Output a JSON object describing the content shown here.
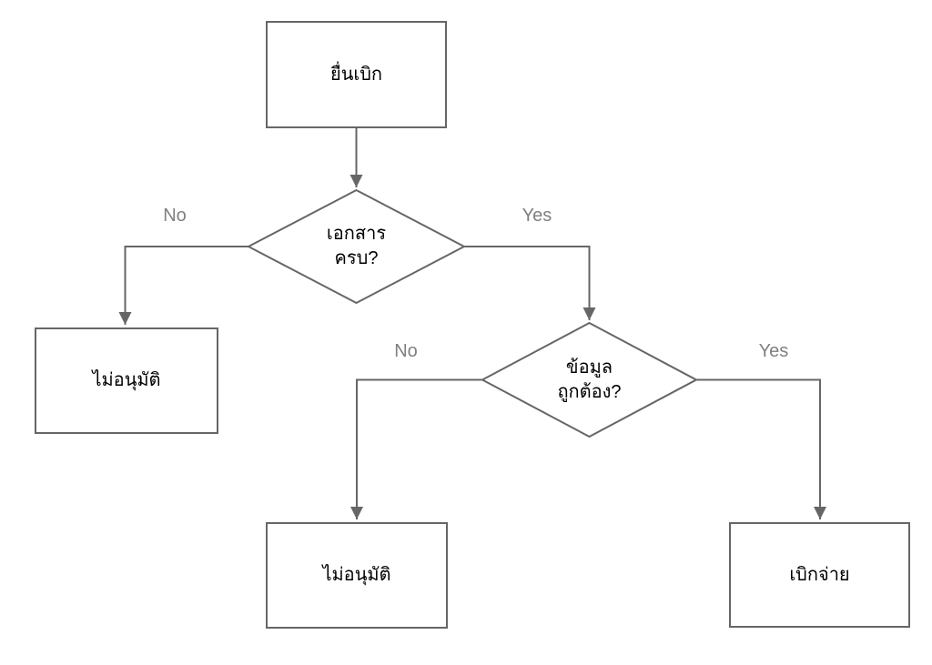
{
  "flowchart": {
    "direction": "top-down",
    "colors": {
      "background": "#ffffff",
      "node_fill": "#ffffff",
      "node_border": "#666666",
      "node_text": "#000000",
      "edge_line": "#666666",
      "edge_label_text": "#808080"
    },
    "nodes": [
      {
        "id": "start",
        "shape": "rectangle",
        "label": "ยื่นเบิก"
      },
      {
        "id": "check-documents",
        "shape": "diamond",
        "label": "เอกสาร\nครบ?"
      },
      {
        "id": "reject-documents",
        "shape": "rectangle",
        "label": "ไม่อนุมัติ"
      },
      {
        "id": "check-data",
        "shape": "diamond",
        "label": "ข้อมูล\nถูกต้อง?"
      },
      {
        "id": "reject-data",
        "shape": "rectangle",
        "label": "ไม่อนุมัติ"
      },
      {
        "id": "disburse",
        "shape": "rectangle",
        "label": "เบิกจ่าย"
      }
    ],
    "edges": [
      {
        "from": "start",
        "to": "check-documents",
        "label": ""
      },
      {
        "from": "check-documents",
        "to": "reject-documents",
        "label": "No"
      },
      {
        "from": "check-documents",
        "to": "check-data",
        "label": "Yes"
      },
      {
        "from": "check-data",
        "to": "reject-data",
        "label": "No"
      },
      {
        "from": "check-data",
        "to": "disburse",
        "label": "Yes"
      }
    ]
  }
}
